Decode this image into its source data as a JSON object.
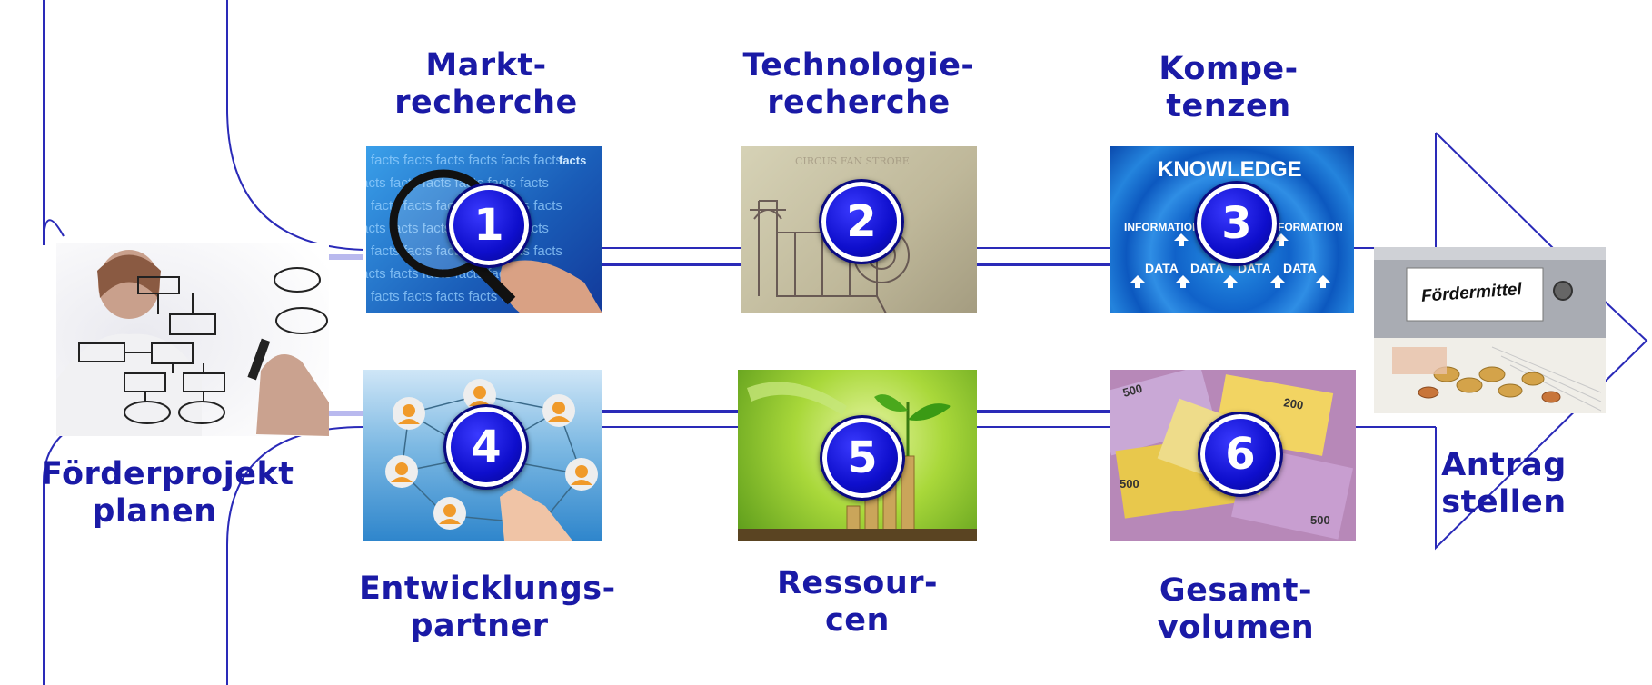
{
  "title_left": [
    "Förderprojekt",
    "planen"
  ],
  "steps": [
    {
      "number": "1",
      "label": [
        "Markt-",
        "recherche"
      ]
    },
    {
      "number": "2",
      "label": [
        "Technologie-",
        "recherche"
      ]
    },
    {
      "number": "3",
      "label": [
        "Kompe-",
        "tenzen"
      ]
    },
    {
      "number": "4",
      "label": [
        "Entwicklungs-",
        "partner"
      ]
    },
    {
      "number": "5",
      "label": [
        "Ressour-",
        "cen"
      ]
    },
    {
      "number": "6",
      "label": [
        "Gesamt-",
        "volumen"
      ]
    }
  ],
  "tile3_text": {
    "knowledge": "KNOWLEDGE",
    "information": "INFORMATION",
    "data": "DATA"
  },
  "tile1_text": "facts",
  "binder_label": "Fördermittel",
  "goal_label": [
    "Antrag",
    "stellen"
  ],
  "colors": {
    "accent": "#1a1aa6",
    "line": "#2a2ab8",
    "badge": "#0e0ecc"
  },
  "icons": [
    "magnifier-icon",
    "network-icon",
    "plant-icon",
    "euro-bills-icon",
    "binder-icon",
    "flowchart-icon"
  ]
}
